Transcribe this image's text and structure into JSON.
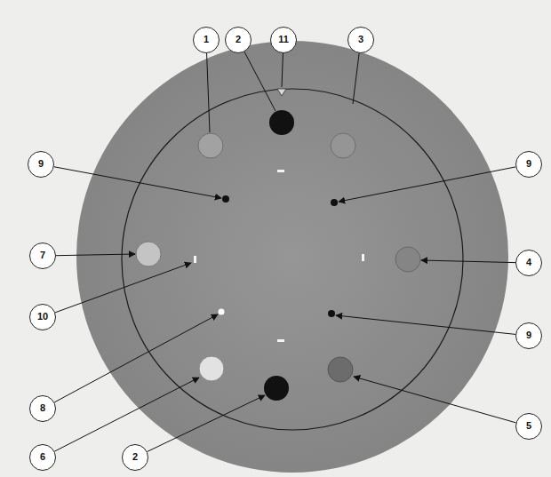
{
  "diagram": {
    "labels": [
      "1",
      "2",
      "11",
      "3",
      "9",
      "9",
      "7",
      "10",
      "4",
      "8",
      "9",
      "6",
      "2",
      "5"
    ]
  }
}
